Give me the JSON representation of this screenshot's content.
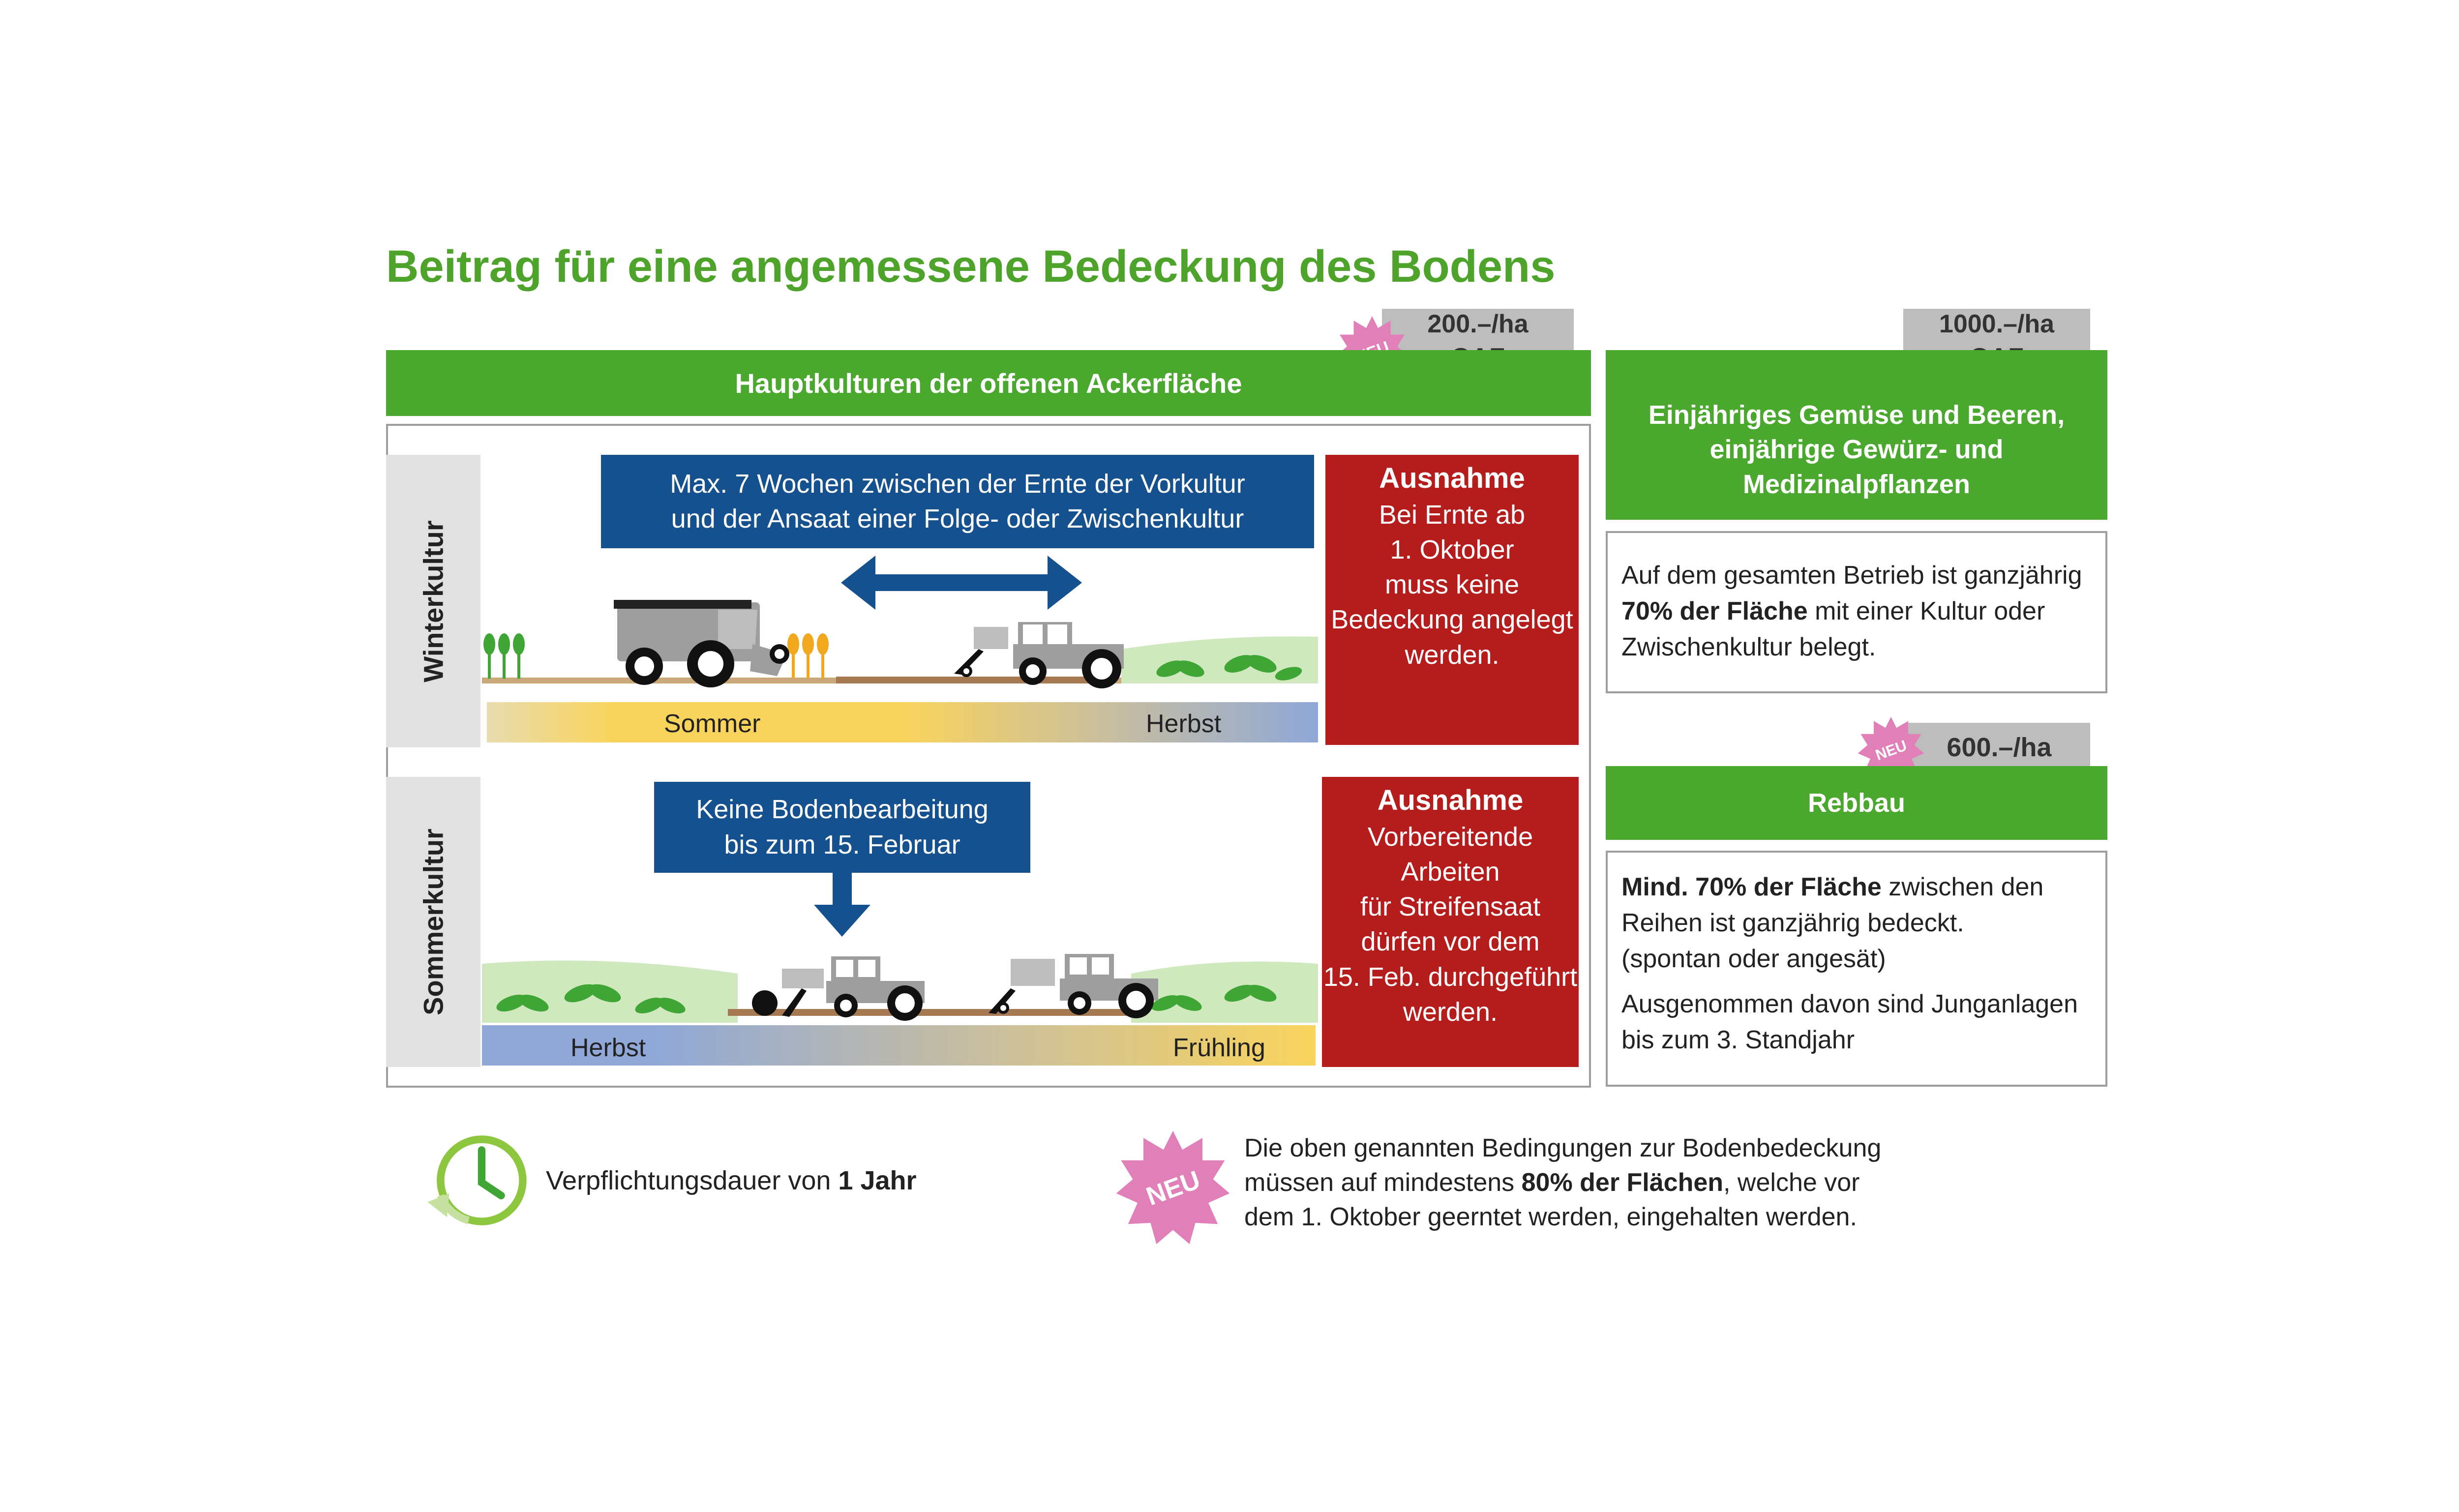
{
  "title": "Beitrag für eine angemessene Bedeckung des Bodens",
  "left_panel": {
    "price_line1": "200.–/ha",
    "price_line2": "OAF",
    "neu_badge": "NEU",
    "header": "Hauptkulturen der offenen Ackerfläche",
    "winter": {
      "side_label": "Winterkultur",
      "info_line1": "Max. 7 Wochen zwischen der Ernte der Vorkultur",
      "info_line2": "und der Ansaat einer Folge- oder Zwischenkultur",
      "season_left": "Sommer",
      "season_right": "Herbst",
      "exception_title": "Ausnahme",
      "exception_lines": [
        "Bei Ernte ab",
        "1. Oktober",
        "muss keine",
        "Bedeckung angelegt",
        "werden."
      ]
    },
    "summer": {
      "side_label": "Sommerkultur",
      "info_line1": "Keine Bodenbearbeitung",
      "info_line2": "bis zum 15. Februar",
      "season_left": "Herbst",
      "season_right": "Frühling",
      "exception_title": "Ausnahme",
      "exception_lines": [
        "Vorbereitende",
        "Arbeiten",
        "für Streifensaat",
        "dürfen vor dem",
        "15. Feb. durchgeführt",
        "werden."
      ]
    }
  },
  "vegetables_panel": {
    "price_line1": "1000.–/ha",
    "price_line2": "OAF",
    "header_lines": [
      "Einjähriges Gemüse und Beeren,",
      "einjährige Gewürz- und",
      "Medizinalpflanzen"
    ],
    "text_before": "Auf dem gesamten Betrieb ist ganzjährig",
    "text_bold": "70% der Fläche",
    "text_after_1": "mit einer Kultur oder",
    "text_after_2": "Zwischenkultur belegt."
  },
  "vineyard_panel": {
    "price": "600.–/ha",
    "neu_badge": "NEU",
    "header": "Rebbau",
    "text_bold": "Mind. 70% der Fläche",
    "text_1": "zwischen den",
    "text_2": "Reihen ist ganzjährig bedeckt.",
    "text_3": "(spontan oder angesät)",
    "text_4": "Ausgenommen davon sind Junganlagen",
    "text_5": "bis zum 3. Standjahr"
  },
  "footer": {
    "duration_text": "Verpflichtungsdauer von",
    "duration_bold": "1 Jahr",
    "neu_badge": "NEU",
    "note_line1": "Die oben genannten Bedingungen zur Bodenbedeckung",
    "note_line2_a": "müssen auf mindestens",
    "note_line2_bold": "80% der Flächen",
    "note_line2_b": ", welche vor",
    "note_line3": "dem 1. Oktober geerntet werden, eingehalten werden."
  },
  "colors": {
    "title_green": "#4ea32a",
    "bar_green": "#4ba82f",
    "info_blue": "#15518f",
    "exception_red": "#b51d1d",
    "tag_grey": "#bdbdbd",
    "neu_pink": "#e07fb8"
  },
  "icons": [
    "clock-icon",
    "neu-badge-icon",
    "combine-harvester-icon",
    "tractor-icon",
    "double-arrow-icon",
    "down-arrow-icon",
    "wheat-icon",
    "plant-icon"
  ]
}
